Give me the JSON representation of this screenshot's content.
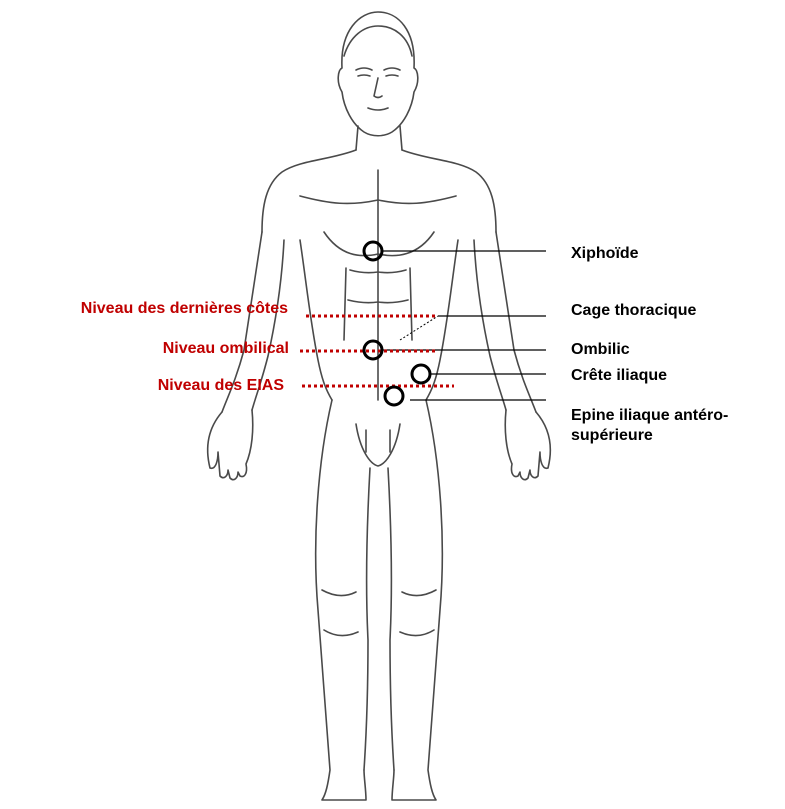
{
  "colors": {
    "outline": "#4a4a4a",
    "marker": "#000000",
    "level_line": "#c00000",
    "label_left": "#c00000",
    "label_right": "#000000"
  },
  "labels_right": {
    "xiphoide": "Xiphoïde",
    "cage": "Cage thoracique",
    "ombilic": "Ombilic",
    "crete": "Crête iliaque",
    "epine_line1": "Epine iliaque antéro-",
    "epine_line2": "supérieure"
  },
  "labels_left": {
    "cotes": "Niveau des dernières côtes",
    "ombilical": "Niveau ombilical",
    "eias": "Niveau des EIAS"
  }
}
